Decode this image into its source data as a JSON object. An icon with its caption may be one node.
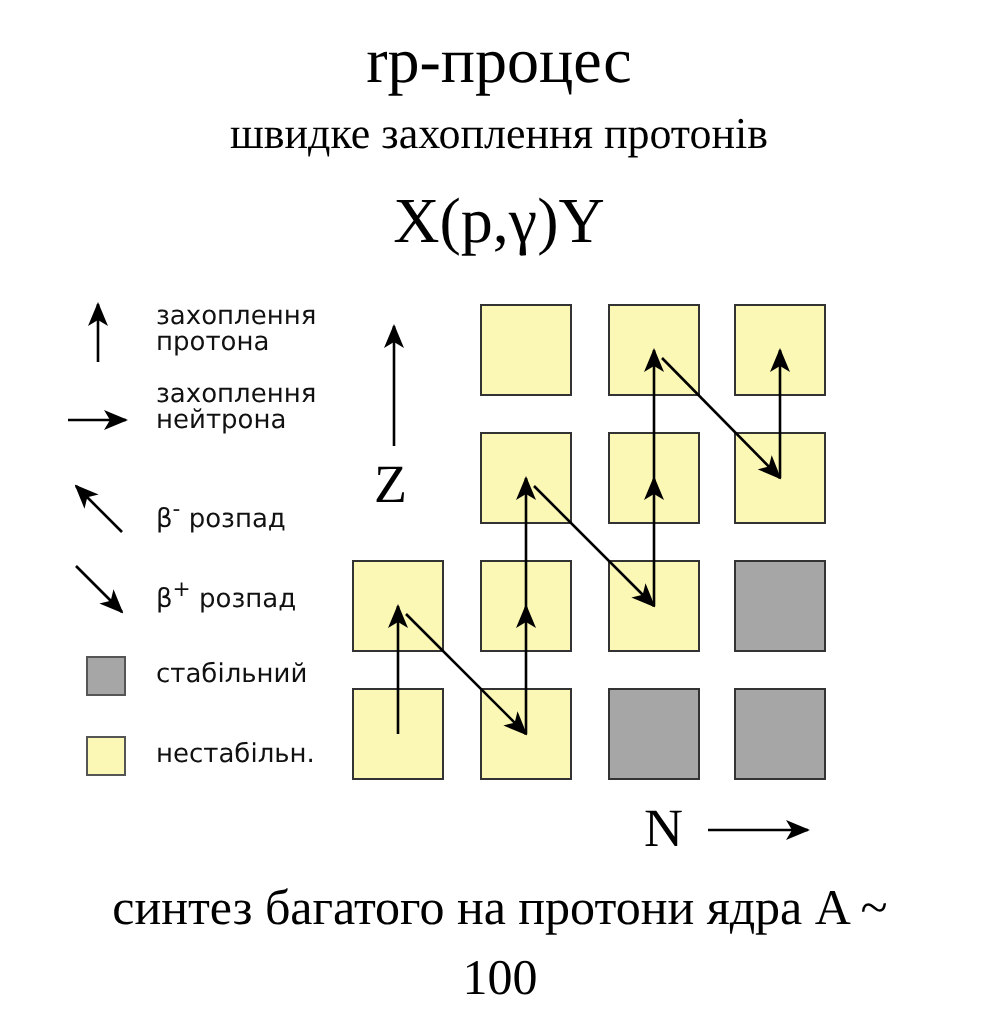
{
  "diagram": {
    "title": "rp-процес",
    "caption": "синтез багатого на протони ядра A ~ 100",
    "nodes": [
      {
        "text": [],
        "shape": "box"
      },
      {
        "text": [],
        "shape": "box"
      },
      {
        "text": [],
        "shape": "box"
      },
      {
        "text": [],
        "shape": "box"
      },
      {
        "text": [],
        "shape": "box"
      },
      {
        "text": [],
        "shape": "box"
      },
      {
        "text": [],
        "shape": "box"
      },
      {
        "text": [],
        "shape": "box"
      },
      {
        "text": [],
        "shape": "box"
      },
      {
        "text": [],
        "shape": "box"
      },
      {
        "text": [],
        "shape": "box"
      },
      {
        "text": [],
        "shape": "box"
      },
      {
        "text": [],
        "shape": "box"
      },
      {
        "text": [],
        "shape": "box"
      }
    ],
    "edges": [
      {
        "from": 10,
        "to": 6,
        "arrow": "to"
      },
      {
        "from": 6,
        "to": 11,
        "arrow": "to"
      },
      {
        "from": 11,
        "to": 7,
        "arrow": "to"
      },
      {
        "from": 7,
        "to": 3,
        "arrow": "to"
      },
      {
        "from": 3,
        "to": 8,
        "arrow": "to"
      },
      {
        "from": 8,
        "to": 4,
        "arrow": "to"
      },
      {
        "from": 4,
        "to": 1,
        "arrow": "to"
      },
      {
        "from": 1,
        "to": 5,
        "arrow": "to"
      },
      {
        "from": 5,
        "to": 2,
        "arrow": "to"
      }
    ],
    "labels": [
      "швидке захоплення протонів",
      "X(p,γ)Y",
      "Z",
      "N"
    ],
    "legend": [
      {
        "text": "захоплення протона"
      },
      {
        "text": "захоплення нейтрона"
      },
      {
        "text": "β$^{-}$ розпад"
      },
      {
        "text": "β$^{+}$ розпад"
      },
      {
        "text": "стабільний",
        "color": "#a6a6a6"
      },
      {
        "text": "нестабільн.",
        "color": "#fbf7b4"
      }
    ]
  }
}
